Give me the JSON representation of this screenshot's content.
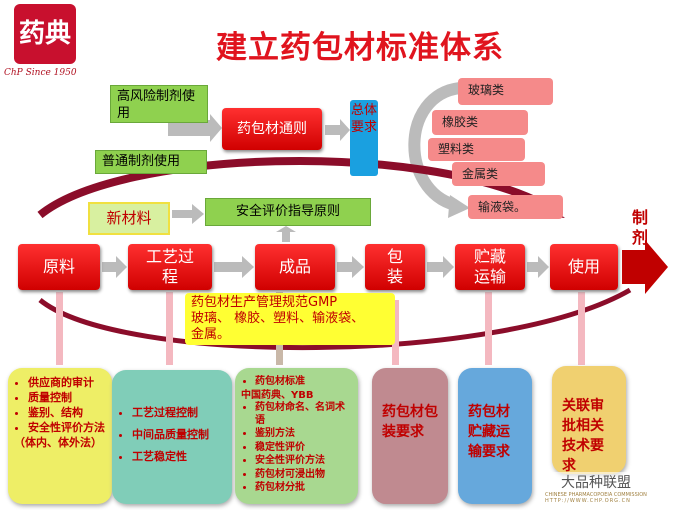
{
  "title": "建立药包材标准体系",
  "logo": {
    "seal": "药典",
    "since": "ChP Since 1950"
  },
  "top": {
    "high_risk": "高风险制剂使用",
    "common": "普通制剂使用",
    "general_rule": "药包材通则",
    "general_req": "总体要求",
    "categories": [
      "玻璃类",
      "橡胶类",
      "塑料类",
      "金属类",
      "输液袋。"
    ]
  },
  "mid": {
    "new_material": "新材料",
    "safety_guide": "安全评价指导原则",
    "preparation": "制剂"
  },
  "flow": [
    "原料",
    "工艺过程",
    "成品",
    "包装",
    "贮藏运输",
    "使用"
  ],
  "gmp": {
    "line1": "药包材生产管理规范GMP",
    "line2": "玻璃、 橡胶、塑料、输液袋、",
    "line3": "金属。"
  },
  "bottom": {
    "raw": [
      "供应商的审计",
      "质量控制",
      "鉴别、结构",
      "安全性评价方法"
    ],
    "raw_note": "（体内、体外法）",
    "process": [
      "工艺过程控制",
      "中间品质量控制",
      "工艺稳定性"
    ],
    "product": [
      "药包材标准",
      "药包材命名、名词术语",
      "鉴别方法",
      "稳定性评价",
      "安全性评价方法",
      "药包材可浸出物",
      "药包材分批"
    ],
    "product_sub": "中国药典、YBB",
    "packaging": "药包材包装要求",
    "storage": "药包材贮藏运输要求",
    "use": "关联审批相关技术要求"
  },
  "watermark": {
    "name": "大品种联盟",
    "org": "CHINESE PHARMACOPOEIA COMMISSION",
    "url": "HTTP://WWW.CHP.ORG.CN"
  }
}
